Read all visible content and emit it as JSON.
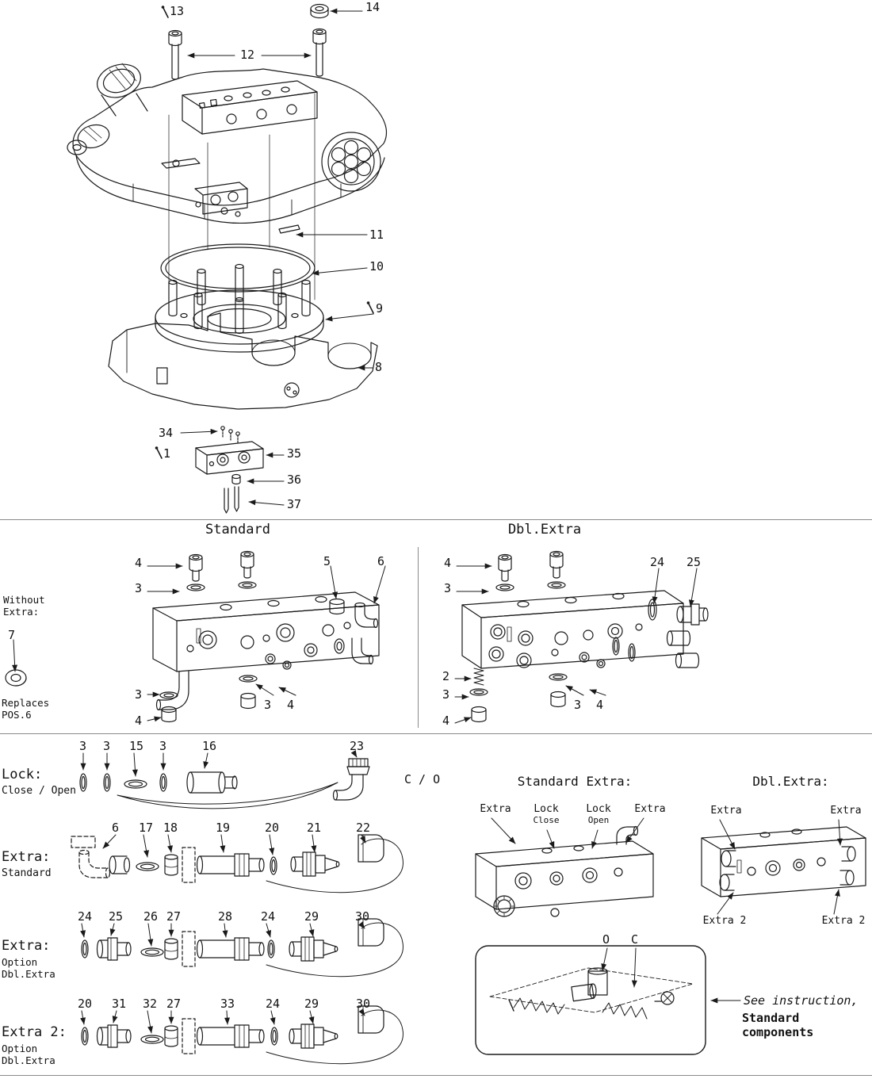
{
  "page": {
    "background": "#ffffff",
    "ink": "#1a1a1a"
  },
  "top_view": {
    "description": "Exploded view of hydraulic top cover and valve assembly",
    "callouts": [
      "13",
      "14",
      "12",
      "11",
      "10",
      "9",
      "8",
      "34",
      "1",
      "35",
      "36",
      "37"
    ]
  },
  "middle_section": {
    "standard": {
      "title": "Standard",
      "callouts": [
        "4",
        "3",
        "5",
        "6",
        "3",
        "4",
        "3",
        "4"
      ]
    },
    "dbl_extra": {
      "title": "Dbl.Extra",
      "callouts": [
        "4",
        "3",
        "24",
        "25",
        "2",
        "3",
        "4",
        "3",
        "4"
      ]
    },
    "without_extra": {
      "label_line1": "Without",
      "label_line2": "Extra:",
      "callout": "7",
      "note_line1": "Replaces",
      "note_line2": "POS.6"
    }
  },
  "bottom_section": {
    "lock_row": {
      "label": "Lock:",
      "sublabel": "Close / Open",
      "callouts": [
        "3",
        "3",
        "15",
        "3",
        "16",
        "23"
      ],
      "co_label": "C / O"
    },
    "extra_standard_row": {
      "label": "Extra:",
      "sublabel": "Standard",
      "callouts": [
        "6",
        "17",
        "18",
        "19",
        "20",
        "21",
        "22"
      ]
    },
    "extra_option_row": {
      "label": "Extra:",
      "sublabel1": "Option",
      "sublabel2": "Dbl.Extra",
      "callouts": [
        "24",
        "25",
        "26",
        "27",
        "28",
        "24",
        "29",
        "30"
      ]
    },
    "extra2_option_row": {
      "label": "Extra 2:",
      "sublabel1": "Option",
      "sublabel2": "Dbl.Extra",
      "callouts": [
        "20",
        "31",
        "32",
        "27",
        "33",
        "24",
        "29",
        "30"
      ]
    },
    "standard_extra_assembly": {
      "title": "Standard Extra:",
      "port_labels": [
        {
          "line1": "Extra",
          "line2": ""
        },
        {
          "line1": "Lock",
          "line2": "Close"
        },
        {
          "line1": "Lock",
          "line2": "Open"
        },
        {
          "line1": "Extra",
          "line2": ""
        }
      ]
    },
    "dbl_extra_assembly": {
      "title": "Dbl.Extra:",
      "port_labels": [
        "Extra",
        "Extra",
        "Extra 2",
        "Extra 2"
      ]
    },
    "instruction_box": {
      "o_label": "O",
      "c_label": "C",
      "note_line1": "See instruction,",
      "note_line2": "Standard components"
    }
  }
}
